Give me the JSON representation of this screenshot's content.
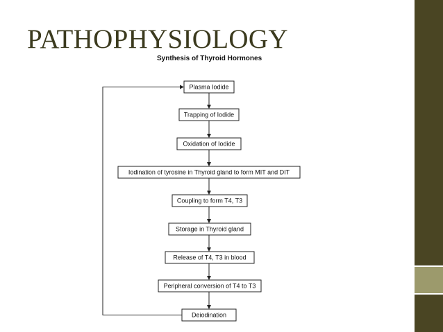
{
  "slide": {
    "title": "PATHOPHYSIOLOGY",
    "diagram_title": "Synthesis of Thyroid Hormones"
  },
  "flowchart": {
    "steps": [
      "Plasma Iodide",
      "Trapping of Iodide",
      "Oxidation of Iodide",
      "Iodination of tyrosine in Thyroid gland to form MIT and DIT",
      "Coupling to form T4, T3",
      "Storage in Thyroid gland",
      "Release of T4, T3 in blood",
      "Peripheral conversion of T4 to T3",
      "Deiodination"
    ],
    "feedback": {
      "from": "Deiodination",
      "to": "Plasma Iodide"
    }
  },
  "colors": {
    "title": "#3b3a1e",
    "sidebar_dark": "#4a4523",
    "sidebar_light": "#9c9a6c",
    "lines": "#222222"
  }
}
